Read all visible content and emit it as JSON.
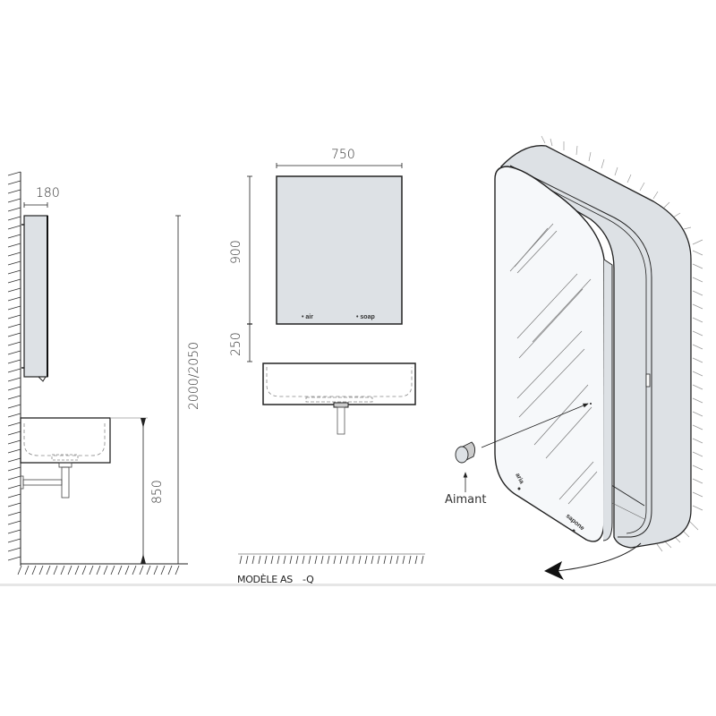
{
  "colors": {
    "stroke": "#222222",
    "panel_fill": "#dde1e5",
    "mirror_fill": "#f6f8fa",
    "light_line": "#999999",
    "bottom_strip": "#e6e6e6"
  },
  "side_view": {
    "depth_label": "180",
    "height_label": "2000/2050",
    "basin_height_label": "850"
  },
  "front_view": {
    "width_label": "750",
    "height_label": "900",
    "gap_label": "250",
    "marks": [
      "• air",
      "• soap"
    ]
  },
  "iso_view": {
    "magnet_label": "Aimant",
    "mirror_marks": [
      "aria",
      "sapone"
    ]
  },
  "footer": {
    "model_label": "MODÈLE AS",
    "model_suffix": "-Q"
  }
}
